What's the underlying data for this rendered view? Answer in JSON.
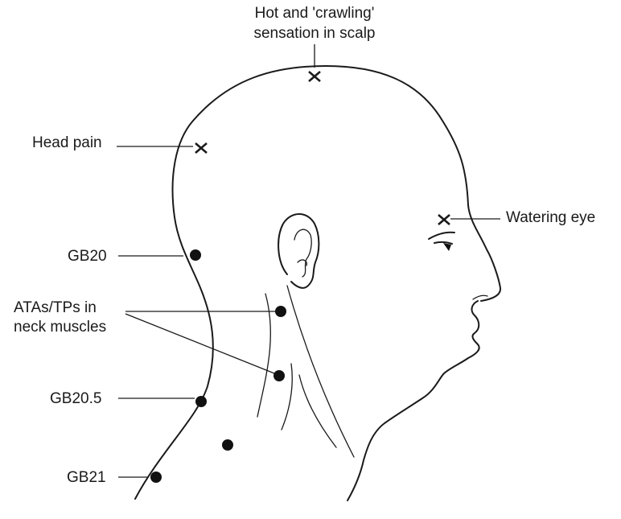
{
  "labels": {
    "scalp_line1": "Hot and 'crawling'",
    "scalp_line2": "sensation in scalp",
    "head_pain": "Head pain",
    "watering_eye": "Watering eye",
    "gb20": "GB20",
    "atas_line1": "ATAs/TPs in",
    "atas_line2": "neck muscles",
    "gb20_5": "GB20.5",
    "gb21": "GB21"
  },
  "colors": {
    "ink": "#1a1a1a",
    "background": "#ffffff"
  }
}
